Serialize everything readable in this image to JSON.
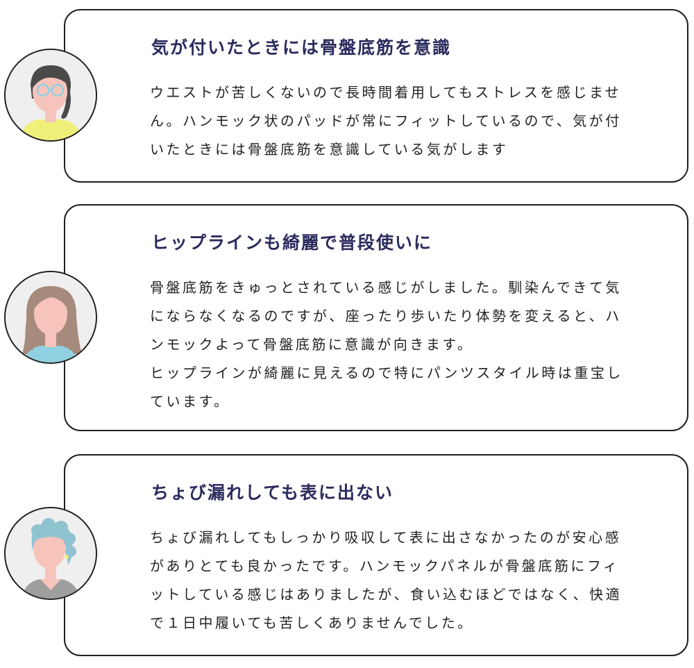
{
  "reviews": [
    {
      "title": "気が付いたときには骨盤底筋を意識",
      "text": "ウエストが苦しくないので長時間着用してもストレスを感じませ\nん。ハンモック状のパッドが常にフィットしているので、気が付\nいたときには骨盤底筋を意識している気がします",
      "avatar_icon": "woman-glasses-avatar-icon"
    },
    {
      "title": "ヒップラインも綺麗で普段使いに",
      "text": "骨盤底筋をきゅっとされている感じがしました。馴染んできて気\nにならなくなるのですが、座ったり歩いたり体勢を変えると、ハ\nンモックよって骨盤底筋に意識が向きます。\nヒップラインが綺麗に見えるので特にパンツスタイル時は重宝し\nています。",
      "avatar_icon": "woman-long-hair-avatar-icon"
    },
    {
      "title": "ちょび漏れしても表に出ない",
      "text": "ちょび漏れしてもしっかり吸収して表に出さなかったのが安心感\nがありとても良かったです。ハンモックパネルが骨盤底筋にフィ\nットしている感じはありましたが、食い込むほどではなく、快適\nで１日中履いても苦しくありませんでした。",
      "avatar_icon": "woman-short-hair-avatar-icon"
    }
  ],
  "colors": {
    "title": "#2b2b5e",
    "text": "#222222",
    "border": "#1f1f1f",
    "skin": "#f7c4bc",
    "avatar_bg": "#efefef"
  }
}
